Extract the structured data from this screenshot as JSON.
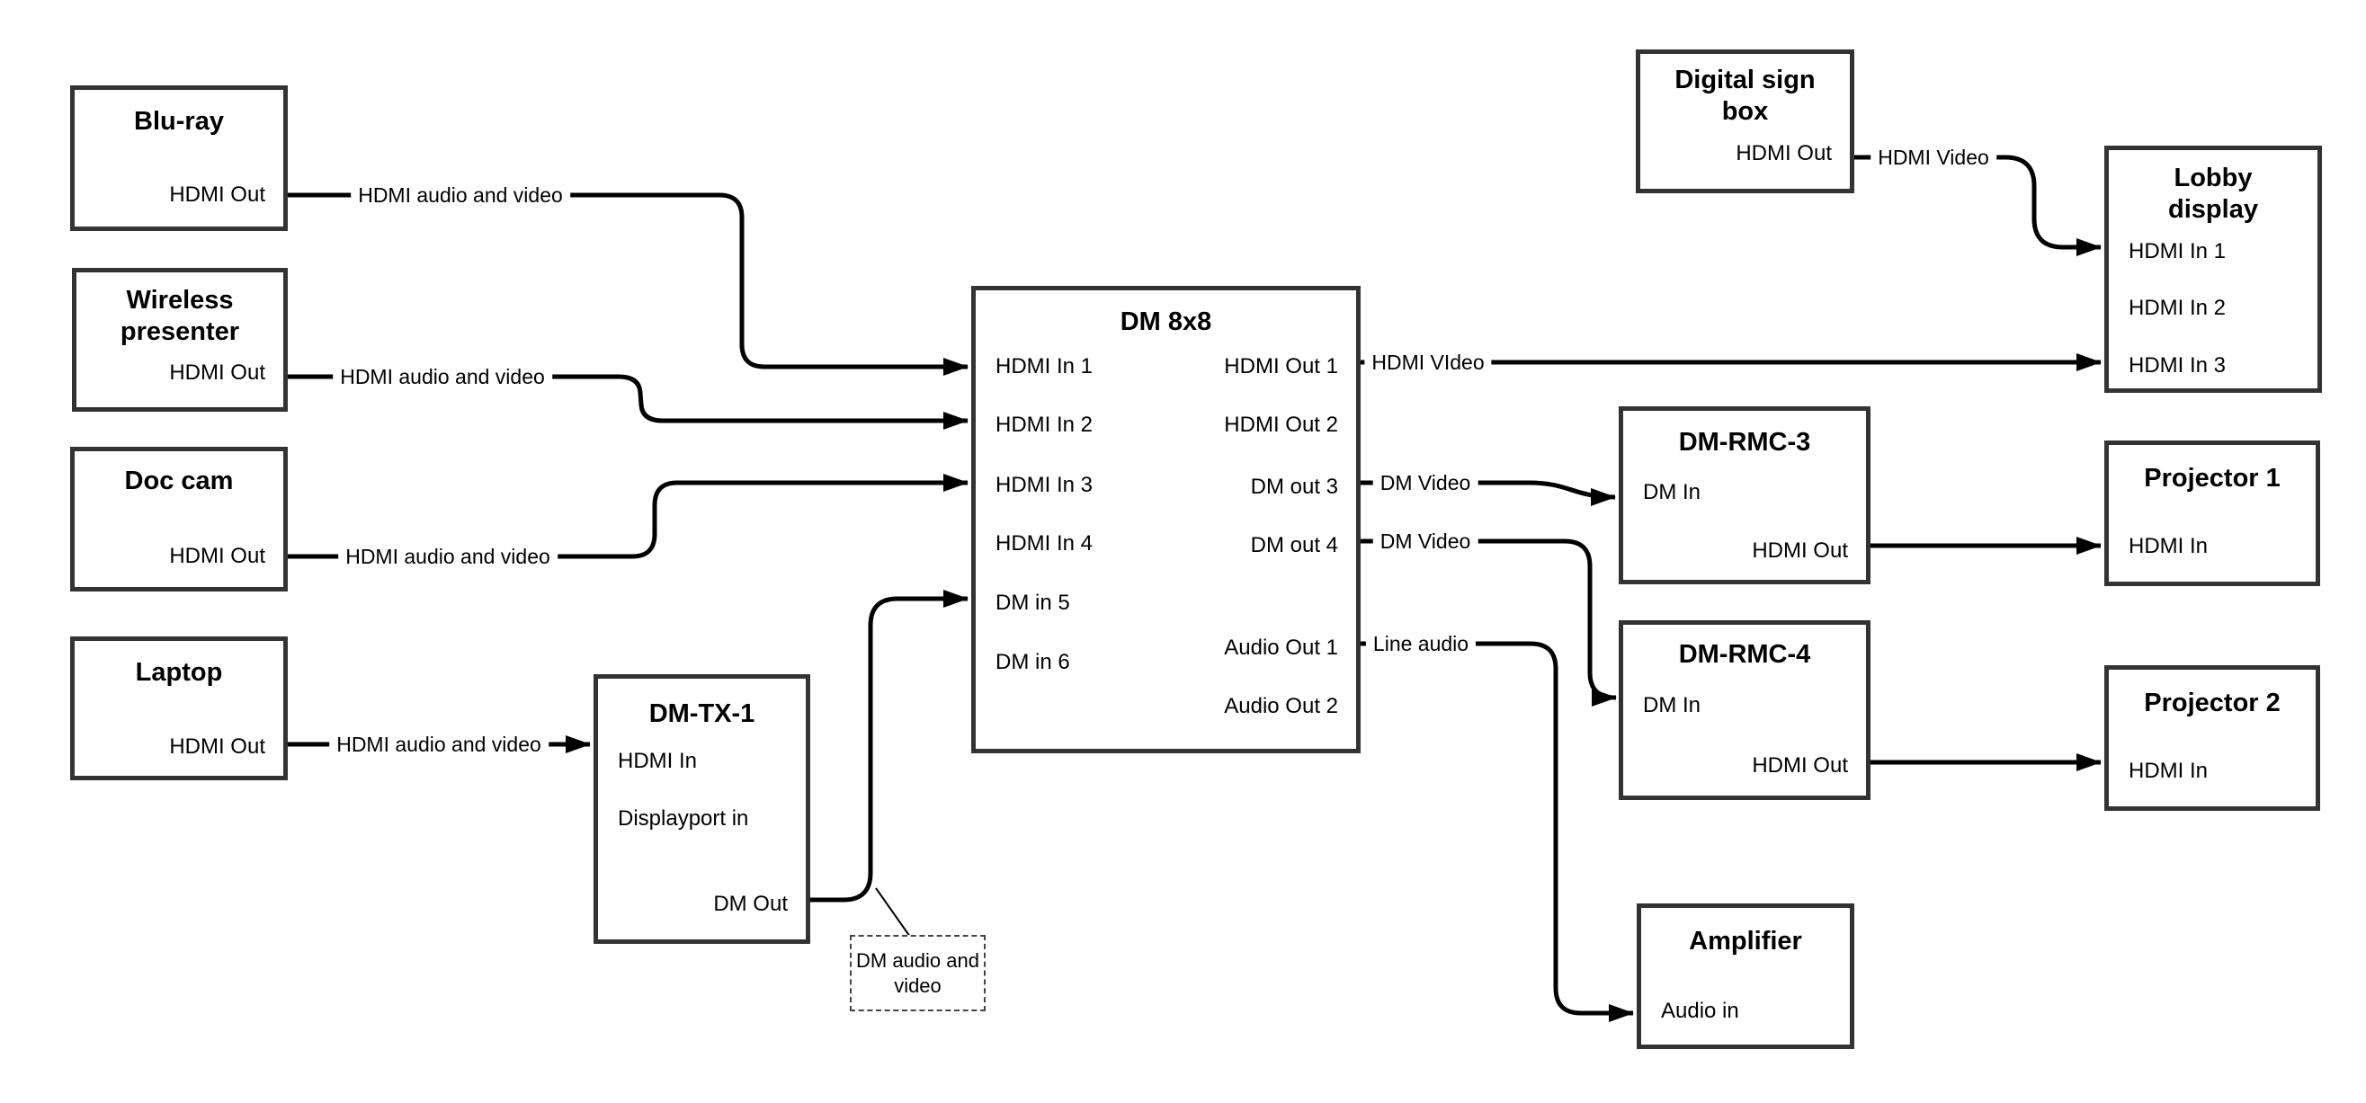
{
  "nodes": {
    "bluray": {
      "title": "Blu-ray",
      "ports": {
        "hdmi_out": "HDMI Out"
      }
    },
    "wireless": {
      "title": "Wireless\npresenter",
      "ports": {
        "hdmi_out": "HDMI Out"
      }
    },
    "doccam": {
      "title": "Doc cam",
      "ports": {
        "hdmi_out": "HDMI Out"
      }
    },
    "laptop": {
      "title": "Laptop",
      "ports": {
        "hdmi_out": "HDMI Out"
      }
    },
    "dmtx1": {
      "title": "DM-TX-1",
      "ports": {
        "hdmi_in": "HDMI In",
        "dp_in": "Displayport in",
        "dm_out": "DM Out"
      }
    },
    "dm8x8": {
      "title": "DM 8x8",
      "ports": {
        "in1": "HDMI In 1",
        "in2": "HDMI In 2",
        "in3": "HDMI In 3",
        "in4": "HDMI In 4",
        "in5": "DM in 5",
        "in6": "DM in 6",
        "out1": "HDMI Out 1",
        "out2": "HDMI Out 2",
        "out3": "DM out 3",
        "out4": "DM out 4",
        "aout1": "Audio Out 1",
        "aout2": "Audio Out 2"
      }
    },
    "digitalsign": {
      "title": "Digital sign\nbox",
      "ports": {
        "hdmi_out": "HDMI Out"
      }
    },
    "lobby": {
      "title": "Lobby\ndisplay",
      "ports": {
        "in1": "HDMI In 1",
        "in2": "HDMI In 2",
        "in3": "HDMI In 3"
      }
    },
    "dmrmc3": {
      "title": "DM-RMC-3",
      "ports": {
        "dm_in": "DM In",
        "hdmi_out": "HDMI Out"
      }
    },
    "dmrmc4": {
      "title": "DM-RMC-4",
      "ports": {
        "dm_in": "DM In",
        "hdmi_out": "HDMI Out"
      }
    },
    "proj1": {
      "title": "Projector 1",
      "ports": {
        "hdmi_in": "HDMI In"
      }
    },
    "proj2": {
      "title": "Projector 2",
      "ports": {
        "hdmi_in": "HDMI In"
      }
    },
    "amp": {
      "title": "Amplifier",
      "ports": {
        "audio_in": "Audio in"
      }
    }
  },
  "connections": {
    "bluray_to_dm8x8_in1": {
      "label": "HDMI audio and video"
    },
    "wireless_to_dm8x8_in2": {
      "label": "HDMI audio and video"
    },
    "doccam_to_dm8x8_in3": {
      "label": "HDMI audio and video"
    },
    "laptop_to_dmtx1": {
      "label": "HDMI audio and video"
    },
    "dm8x8_out1_to_lobby": {
      "label": "HDMI VIdeo"
    },
    "dm8x8_out3_to_dmrmc3": {
      "label": "DM Video"
    },
    "dm8x8_out4_to_dmrmc4": {
      "label": "DM Video"
    },
    "dm8x8_aout1_to_amp": {
      "label": "Line audio"
    },
    "digitalsign_to_lobby": {
      "label": "HDMI Video"
    }
  },
  "note": {
    "text": "DM audio and\nvideo"
  },
  "colors": {
    "line": "#000000",
    "box_border": "#333333",
    "background": "#ffffff",
    "text": "#000000"
  }
}
